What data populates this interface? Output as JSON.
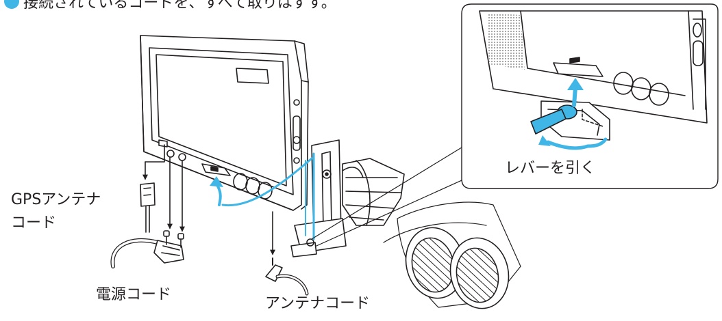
{
  "step": {
    "text": "接続されているコードを、すべて取りはずす。"
  },
  "labels": {
    "gps_line1": "GPSアンテナ",
    "gps_line2": "コード",
    "power": "電源コード",
    "antenna": "アンテナコード",
    "lever": "レバーを引く"
  },
  "colors": {
    "line": "#231f20",
    "accent": "#3fb6e6",
    "panel": "#ffffff"
  }
}
